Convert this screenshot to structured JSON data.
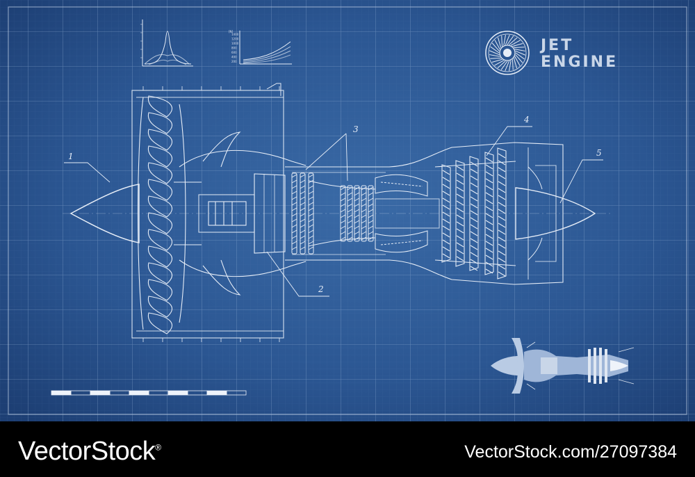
{
  "title": {
    "line1": "JET",
    "line2": "ENGINE"
  },
  "callouts": [
    "1",
    "2",
    "3",
    "4",
    "5"
  ],
  "mini_chart_2": {
    "unit_label": "[N]",
    "ticks": [
      "1400",
      "1200",
      "1000",
      "800",
      "600",
      "400",
      "200"
    ]
  },
  "footer": {
    "brand": "VectorStock",
    "trademark": "®",
    "stock_id": "VectorStock.com/27097384"
  },
  "colors": {
    "background": "#244c87",
    "line": "#dfe7f2",
    "footer": "#000000"
  },
  "icons": [
    "fan-icon",
    "jet-engine-thumbnail-icon"
  ]
}
